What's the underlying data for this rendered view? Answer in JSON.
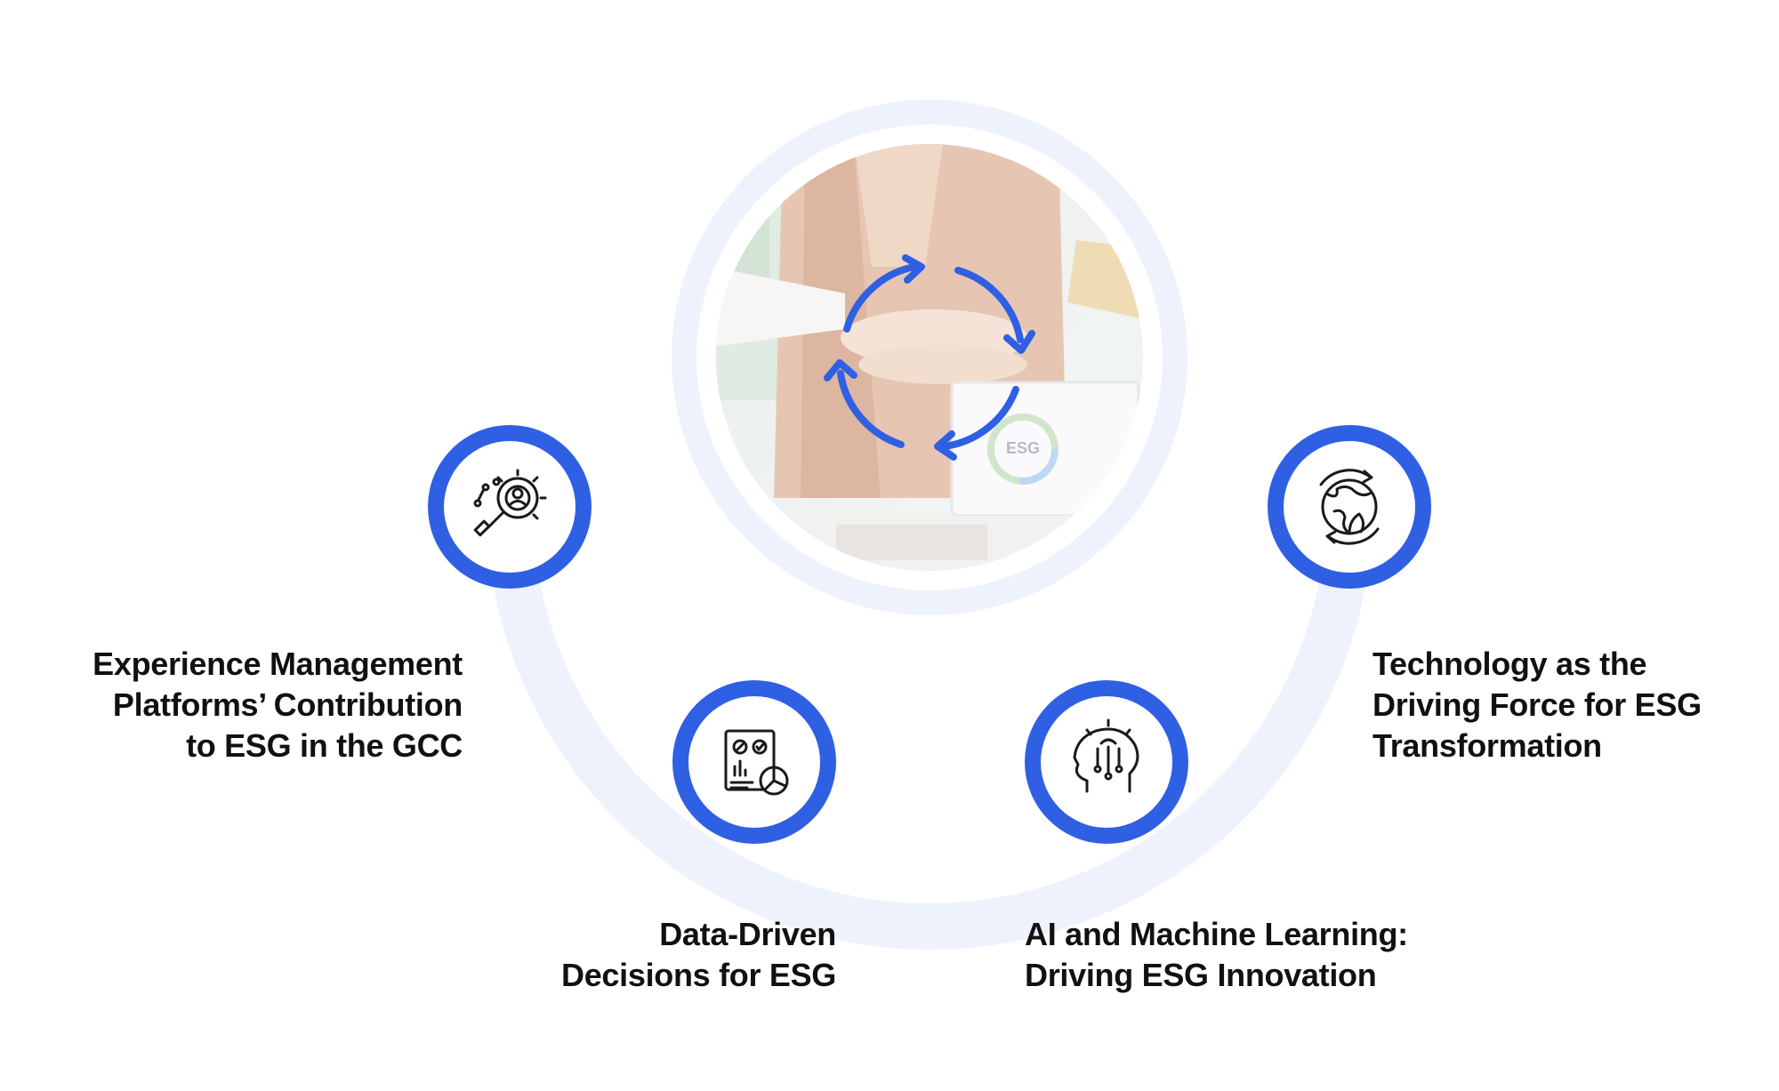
{
  "colors": {
    "accent": "#2f5fe3",
    "ring_light": "#eef2fc",
    "text": "#111111",
    "background": "#ffffff"
  },
  "center": {
    "photo_description_icon": "cycle-arrows-icon",
    "badge_text": "ESG"
  },
  "nodes": [
    {
      "id": "experience",
      "icon": "magnifier-gear-person-icon",
      "label_lines": [
        "Experience Management",
        "Platforms’ Contribution",
        "to ESG in the GCC"
      ]
    },
    {
      "id": "data",
      "icon": "report-chart-icon",
      "label_lines": [
        "Data-Driven",
        "Decisions for ESG"
      ]
    },
    {
      "id": "ai",
      "icon": "head-circuit-gear-icon",
      "label_lines": [
        "AI and Machine Learning:",
        "Driving ESG Innovation"
      ]
    },
    {
      "id": "technology",
      "icon": "globe-leaf-cycle-icon",
      "label_lines": [
        "Technology as the",
        "Driving Force for ESG",
        "Transformation"
      ]
    }
  ]
}
